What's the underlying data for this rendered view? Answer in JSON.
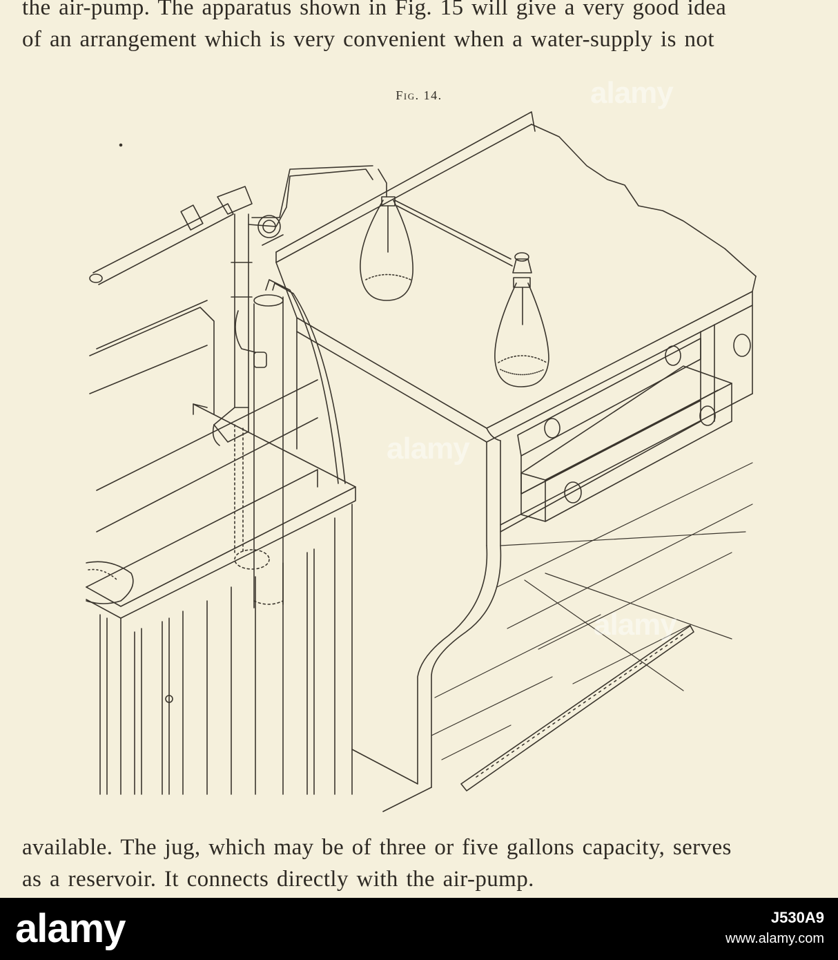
{
  "text": {
    "top_lines": [
      "the air-pump.  The apparatus shown in Fig. 15 will give a very good idea",
      "of an arrangement which is very convenient when a water-supply is not"
    ],
    "caption": "Fig. 14.",
    "bottom_lines": [
      "available.  The jug, which may be of three or five gallons capacity, serves",
      "as a reservoir.  It connects directly with the air-pump."
    ]
  },
  "stock_banner": {
    "logo": "alamy",
    "image_id": "J530A9",
    "site": "www.alamy.com"
  },
  "watermark": "alamy",
  "colors": {
    "paper": "#f5f0dc",
    "ink": "#2e2a24",
    "banner": "#000000"
  }
}
